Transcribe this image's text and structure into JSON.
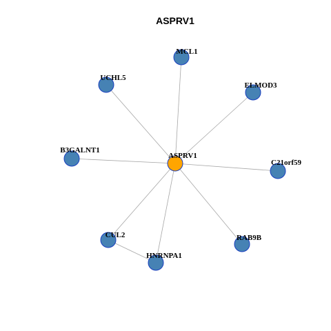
{
  "title": "ASPRV1",
  "colors": {
    "hub": "#ffa500",
    "node": "#4682b4",
    "node_stroke": "#1a3fbf",
    "edge": "#a6a6a6"
  },
  "nodes": [
    {
      "id": "ASPRV1",
      "label": "ASPRV1",
      "hub": true
    },
    {
      "id": "MCL1",
      "label": "MCL1"
    },
    {
      "id": "UCHL5",
      "label": "UCHL5"
    },
    {
      "id": "ELMOD3",
      "label": "ELMOD3"
    },
    {
      "id": "B3GALNT1",
      "label": "B3GALNT1"
    },
    {
      "id": "C21orf59",
      "label": "C21orf59"
    },
    {
      "id": "CUL2",
      "label": "CUL2"
    },
    {
      "id": "HNRNPA1",
      "label": "HNRNPA1"
    },
    {
      "id": "RAB9B",
      "label": "RAB9B"
    }
  ],
  "edges": [
    [
      "ASPRV1",
      "MCL1"
    ],
    [
      "ASPRV1",
      "UCHL5"
    ],
    [
      "ASPRV1",
      "ELMOD3"
    ],
    [
      "ASPRV1",
      "B3GALNT1"
    ],
    [
      "ASPRV1",
      "C21orf59"
    ],
    [
      "ASPRV1",
      "CUL2"
    ],
    [
      "ASPRV1",
      "HNRNPA1"
    ],
    [
      "ASPRV1",
      "RAB9B"
    ],
    [
      "CUL2",
      "HNRNPA1"
    ]
  ]
}
